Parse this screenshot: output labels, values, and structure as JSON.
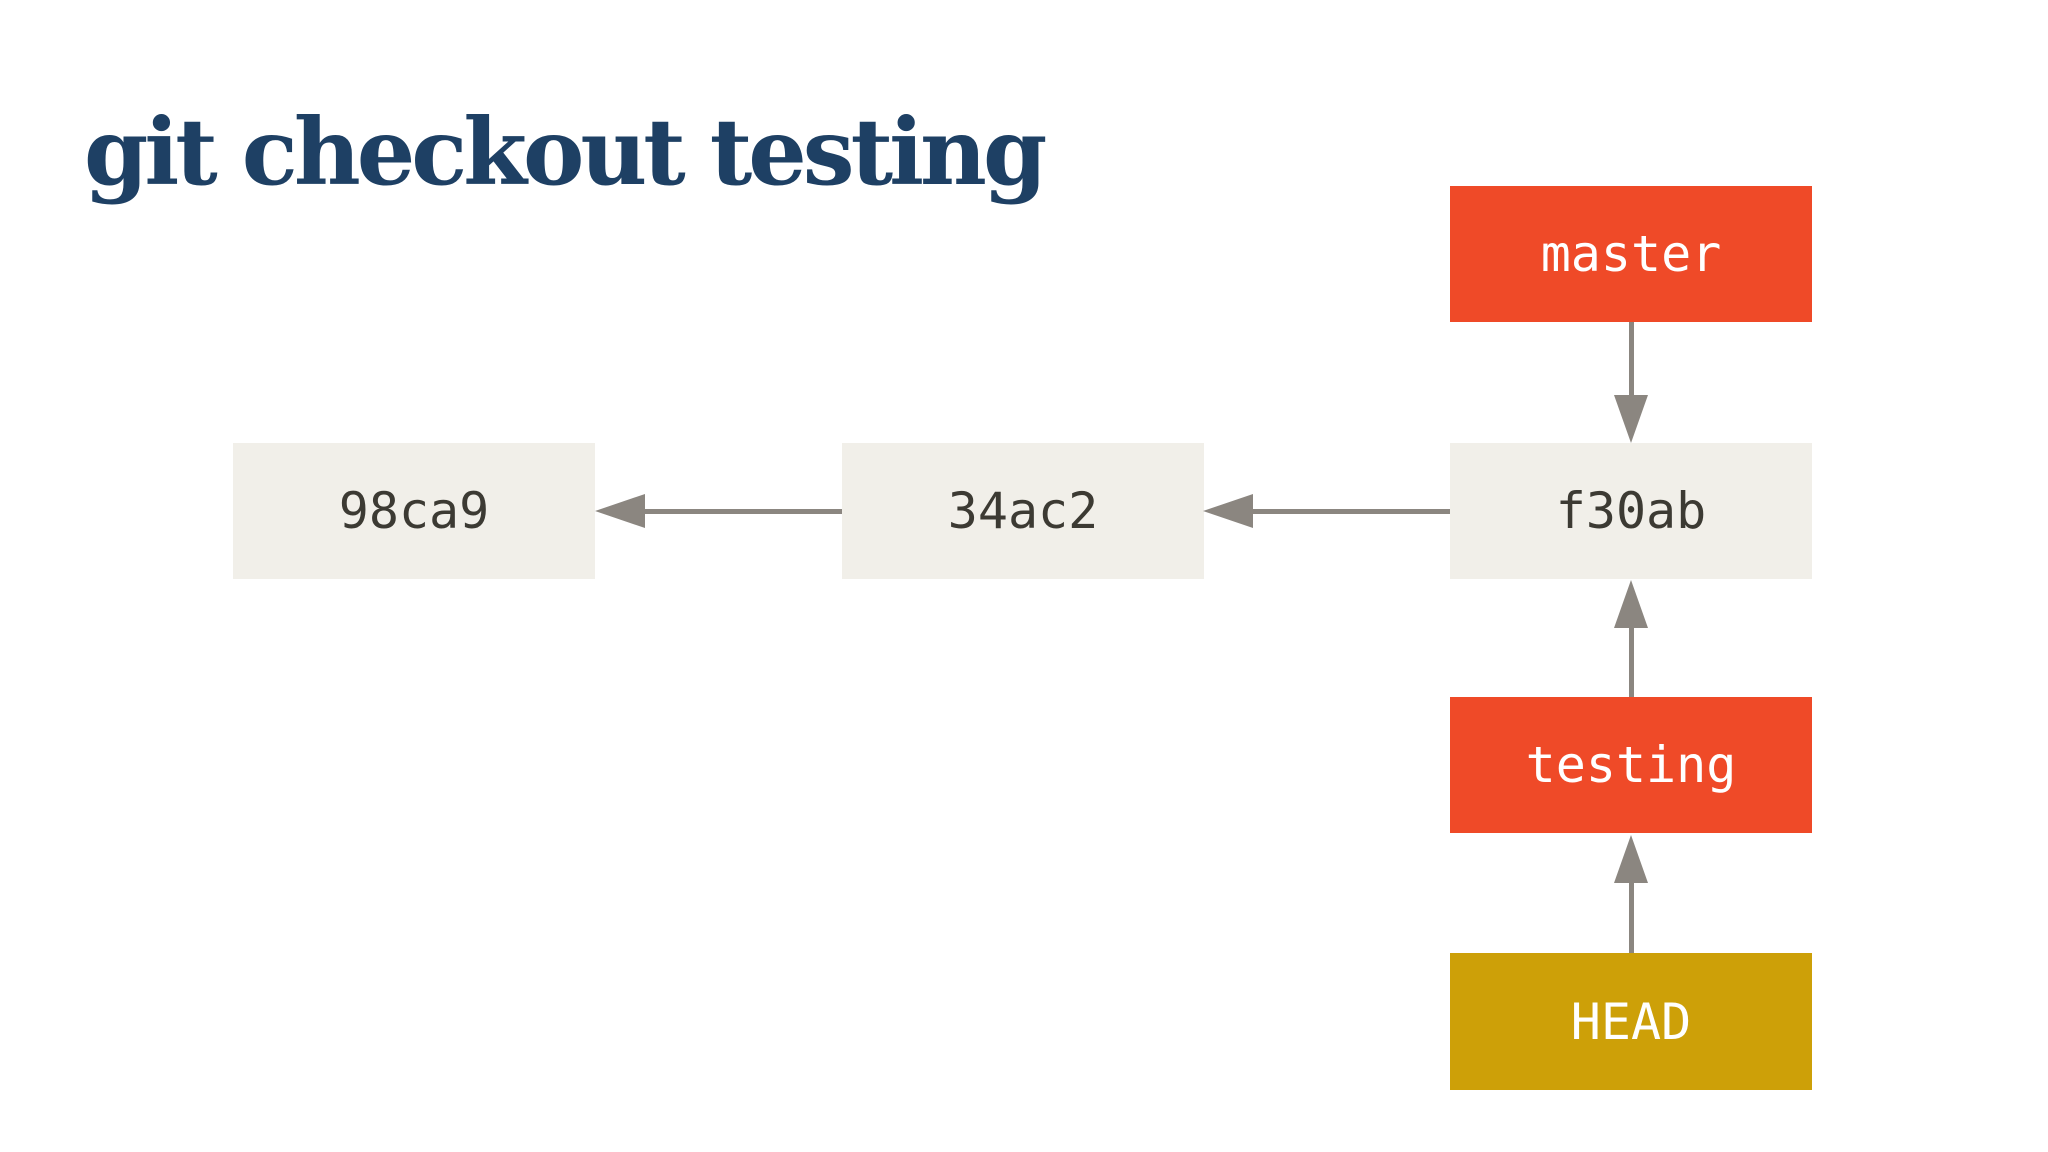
{
  "title": "git checkout testing",
  "commits": [
    {
      "id": "98ca9"
    },
    {
      "id": "34ac2"
    },
    {
      "id": "f30ab"
    }
  ],
  "branches": [
    {
      "label": "master"
    },
    {
      "label": "testing"
    }
  ],
  "head_label": "HEAD",
  "colors": {
    "title": "#1e4064",
    "branch_box": "#ef4a28",
    "head_box": "#cda008",
    "commit_box": "#f1efe9",
    "commit_text": "#3c3a33",
    "box_label_text": "#ffffff",
    "arrow": "#8b8680",
    "background": "#ffffff"
  }
}
